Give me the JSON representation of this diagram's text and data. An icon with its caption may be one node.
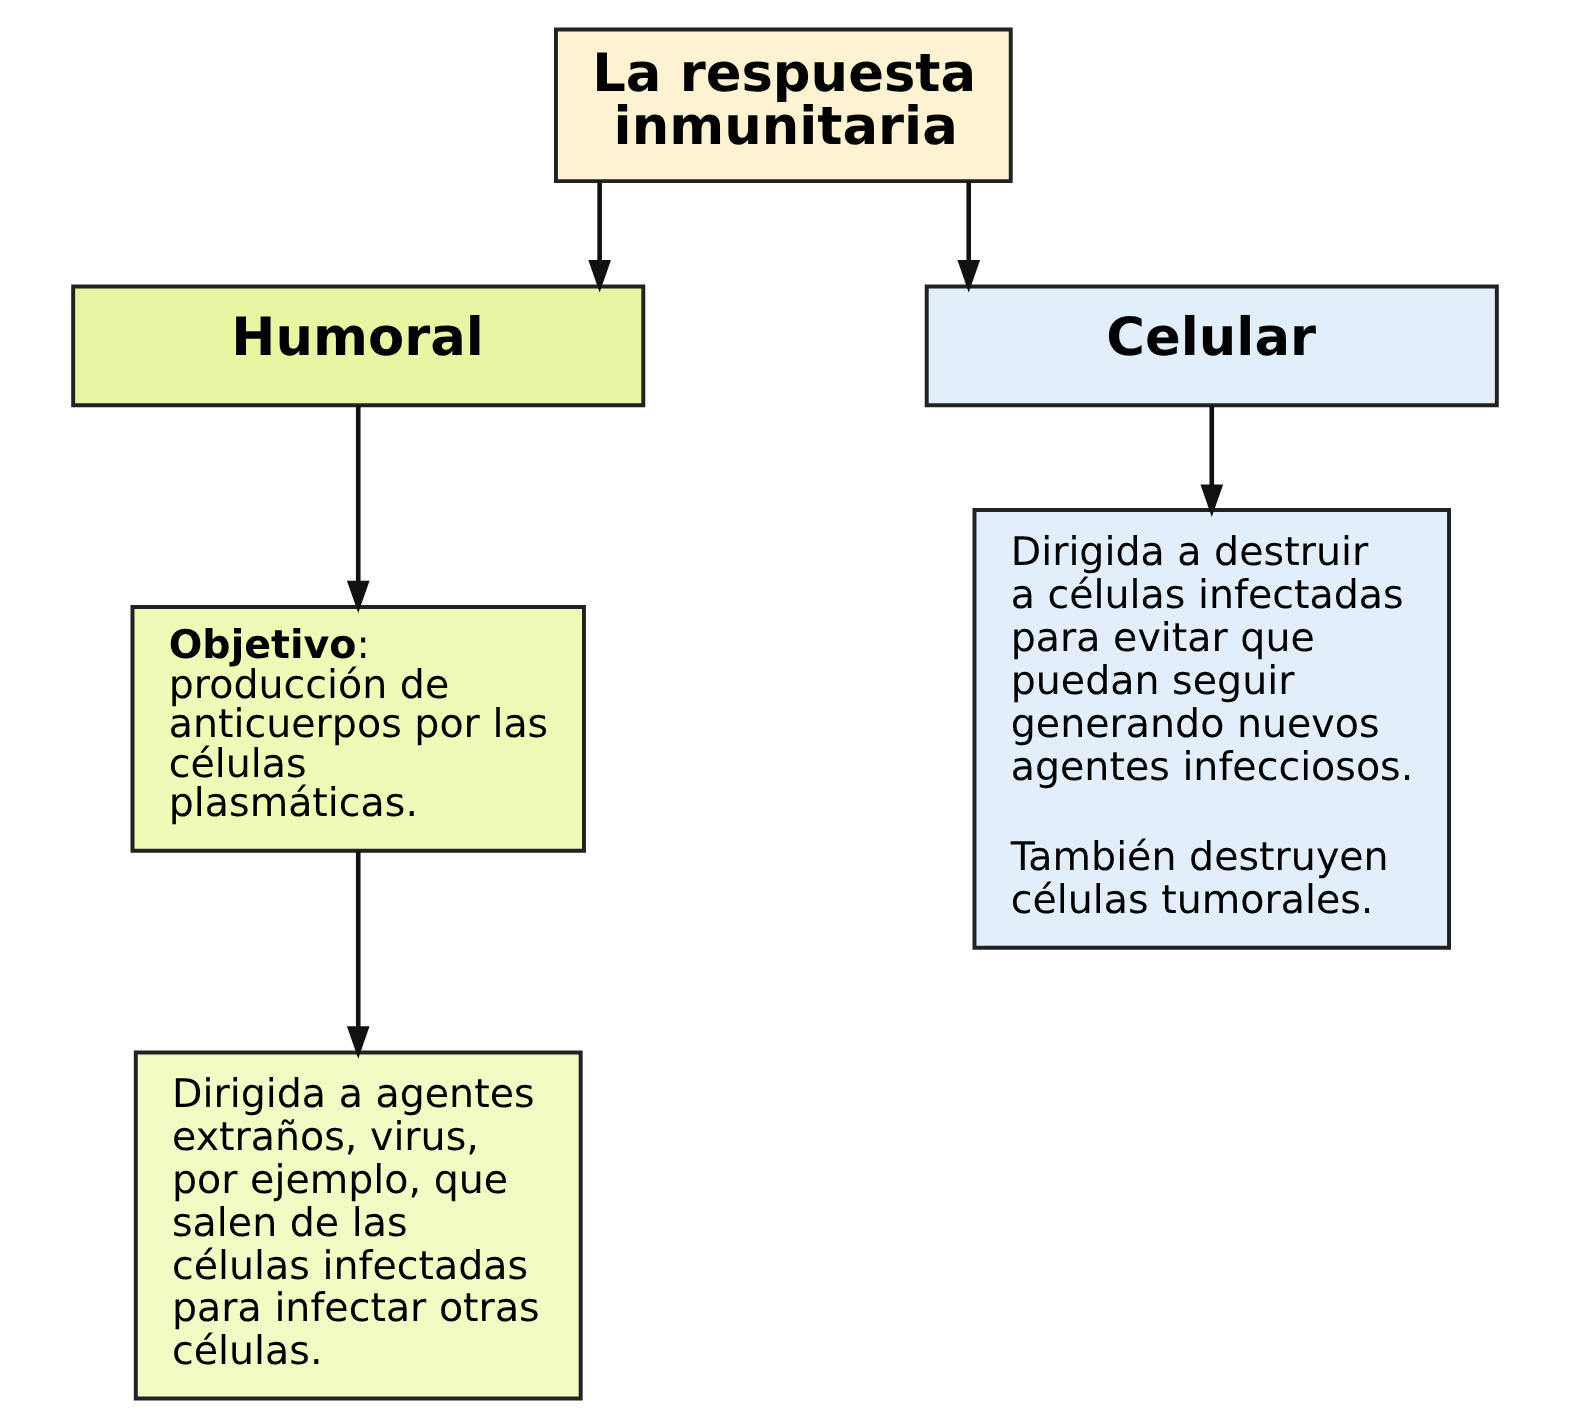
{
  "diagram": {
    "nodes": [
      {
        "text": [
          "La respuesta inmunitaria"
        ]
      },
      {
        "text": [
          "Humoral"
        ]
      },
      {
        "text": [
          "Celular"
        ]
      },
      {
        "text": [
          "**Objetivo**: producción de anticuerpos por las células plasmáticas."
        ]
      },
      {
        "text": [
          "Dirigida a agentes extraños, virus, por ejemplo, que salen de las células infectadas para infectar otras células."
        ]
      },
      {
        "text": [
          "Dirigida a destruir a células infectadas para evitar que puedan seguir generando nuevos agentes infecciosos.",
          "También destruyen células tumorales."
        ]
      }
    ],
    "edges": [
      {
        "from": 0,
        "to": 1,
        "arrow": "to"
      },
      {
        "from": 0,
        "to": 2,
        "arrow": "to"
      },
      {
        "from": 1,
        "to": 3,
        "arrow": "to"
      },
      {
        "from": 3,
        "to": 4,
        "arrow": "to"
      },
      {
        "from": 2,
        "to": 5,
        "arrow": "to"
      }
    ]
  }
}
